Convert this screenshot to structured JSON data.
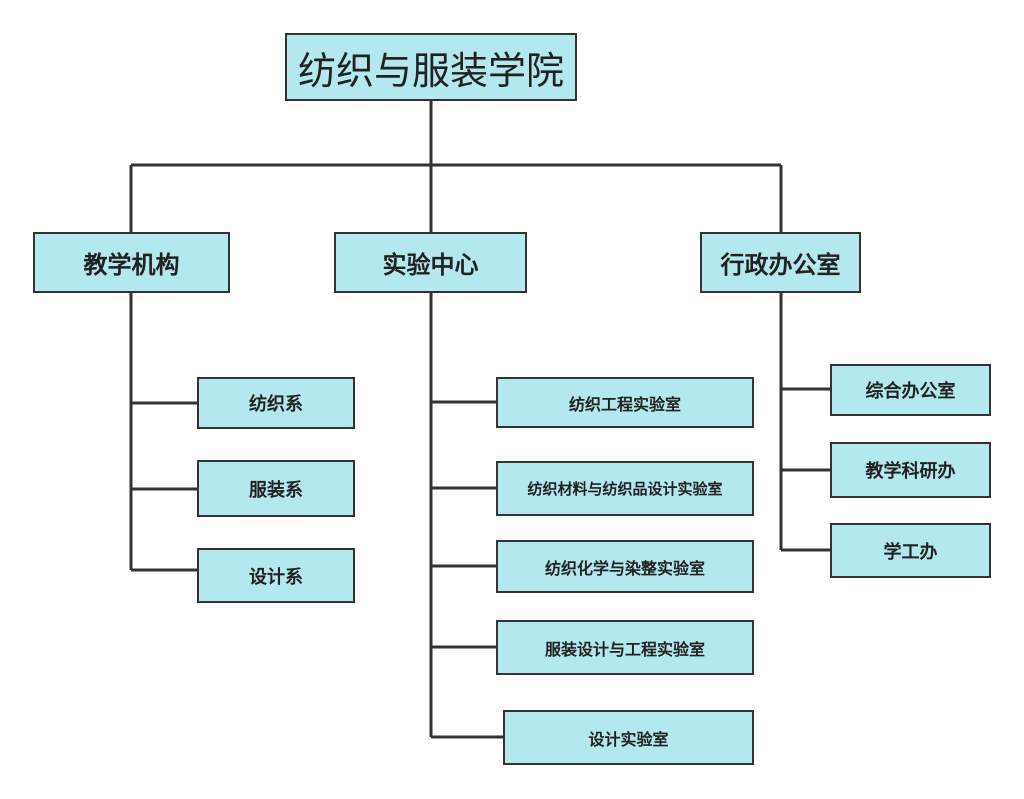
{
  "root": {
    "label": "纺织与服装学院"
  },
  "branches": [
    {
      "label": "教学机构",
      "children": [
        "纺织系",
        "服装系",
        "设计系"
      ]
    },
    {
      "label": "实验中心",
      "children": [
        "纺织工程实验室",
        "纺织材料与纺织品设计实验室",
        "纺织化学与染整实验室",
        "服装设计与工程实验室",
        "设计实验室"
      ]
    },
    {
      "label": "行政办公室",
      "children": [
        "综合办公室",
        "教学科研办",
        "学工办"
      ]
    }
  ],
  "colors": {
    "box_fill": "#b3e8ee",
    "border": "#333333",
    "line": "#333333"
  }
}
